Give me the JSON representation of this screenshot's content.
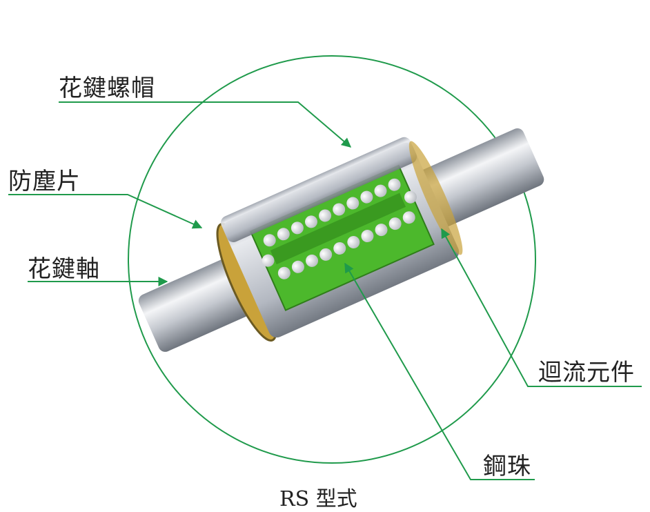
{
  "labels": {
    "spline_nut": "花鍵螺帽",
    "seal": "防塵片",
    "spline_shaft": "花鍵軸",
    "retainer": "迴流元件",
    "steel_ball": "鋼珠"
  },
  "caption": "RS 型式",
  "colors": {
    "leader": "#1f9a4b",
    "retainer_green": "#4cb82c",
    "metal": "#b9bec6"
  }
}
